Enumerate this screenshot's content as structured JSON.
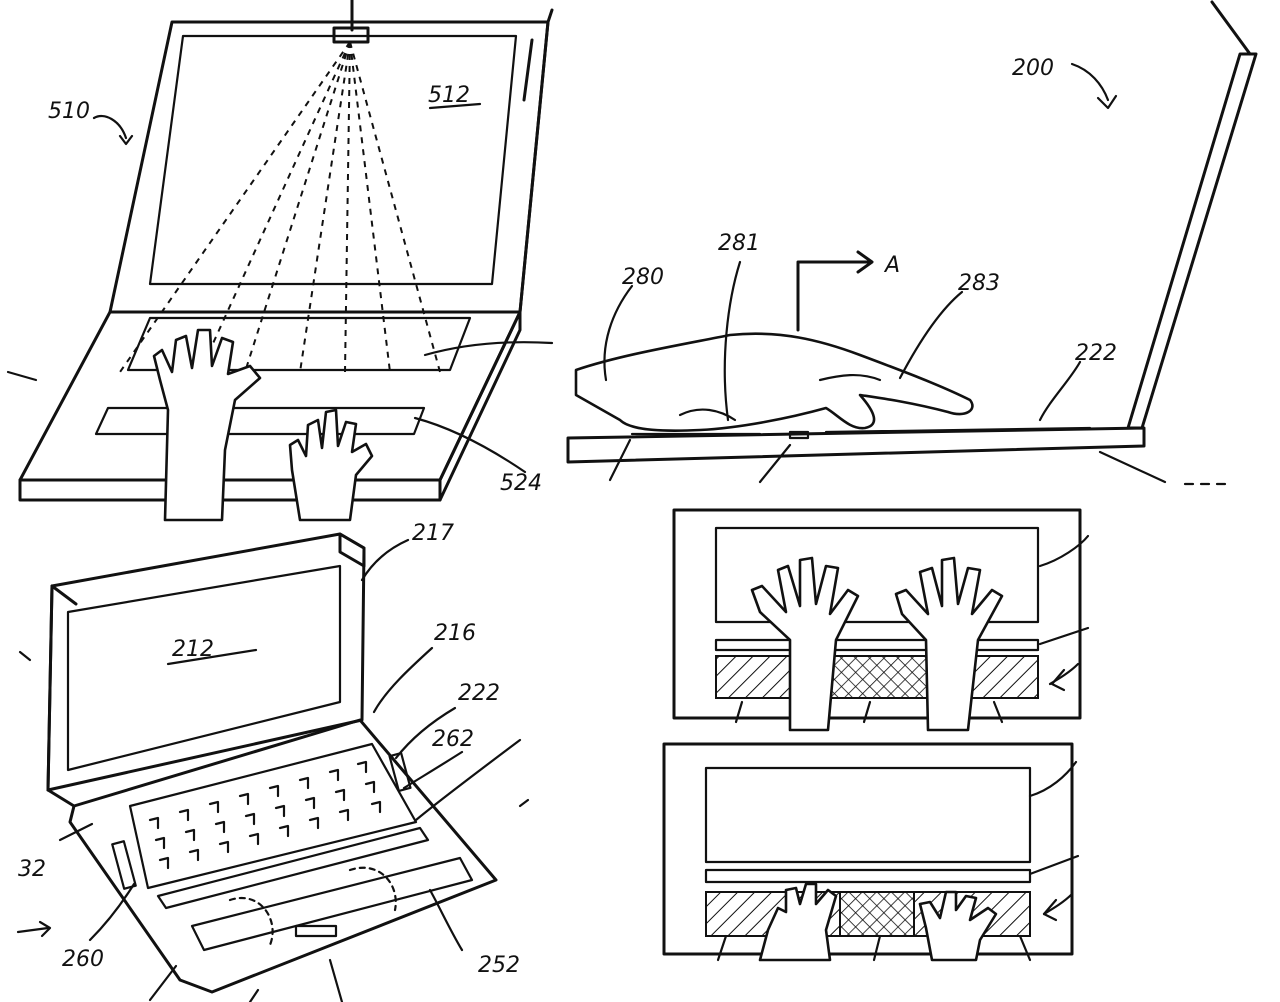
{
  "labels": {
    "fig_510": "510",
    "fig_512": "512",
    "fig_524": "524",
    "fig_200": "200",
    "fig_280": "280",
    "fig_281": "281",
    "fig_283": "283",
    "fig_222_side": "222",
    "fig_A": "A",
    "fig_217": "217",
    "fig_212": "212",
    "fig_216": "216",
    "fig_222_b": "222",
    "fig_262": "262",
    "fig_32": "32",
    "fig_260": "260",
    "fig_252": "252"
  }
}
